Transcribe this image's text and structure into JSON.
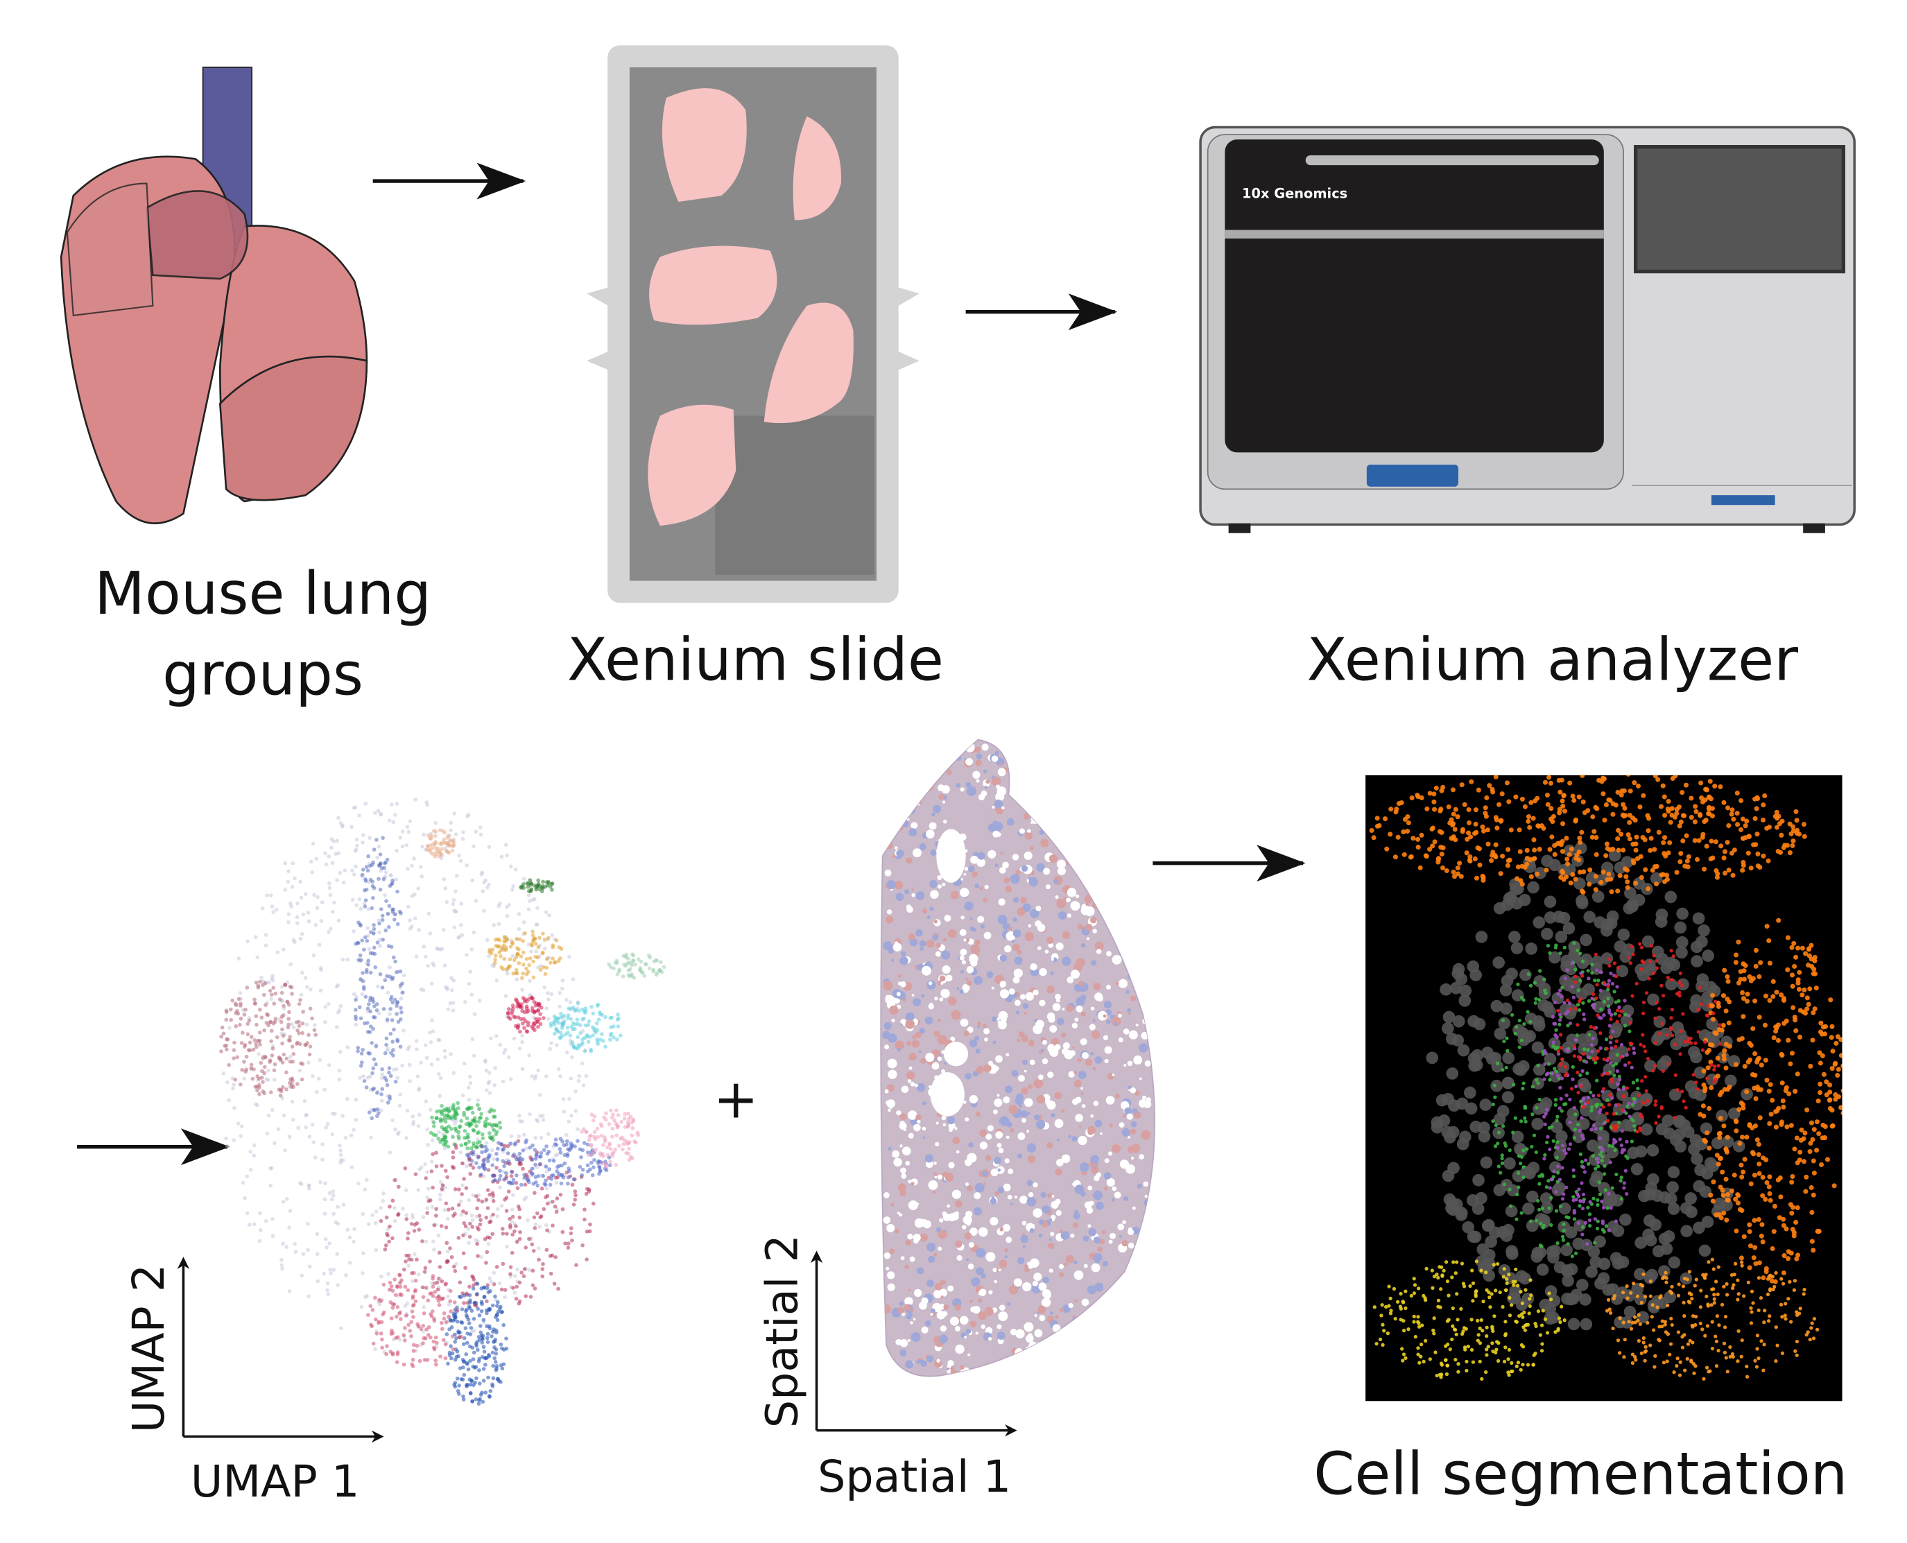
{
  "labels": {
    "mouse_lung_line1": "Mouse lung",
    "mouse_lung_line2": "groups",
    "xenium_slide": "Xenium slide",
    "xenium_analyzer": "Xenium analyzer",
    "cell_segmentation": "Cell segmentation",
    "plus": "+"
  },
  "axes": {
    "umap_x": "UMAP 1",
    "umap_y": "UMAP 2",
    "spatial_x": "Spatial 1",
    "spatial_y": "Spatial 2"
  },
  "instrument_logo": "10x Genomics",
  "colors": {
    "lung": "#d9898a",
    "trachea": "#5b5a9a",
    "tissue_section": "#f7c3c3",
    "slide": "#8a8a8a",
    "instrument_front": "#1e1c1d",
    "segmentation_bg": "#000000",
    "button_blue": "#2c63a8"
  }
}
